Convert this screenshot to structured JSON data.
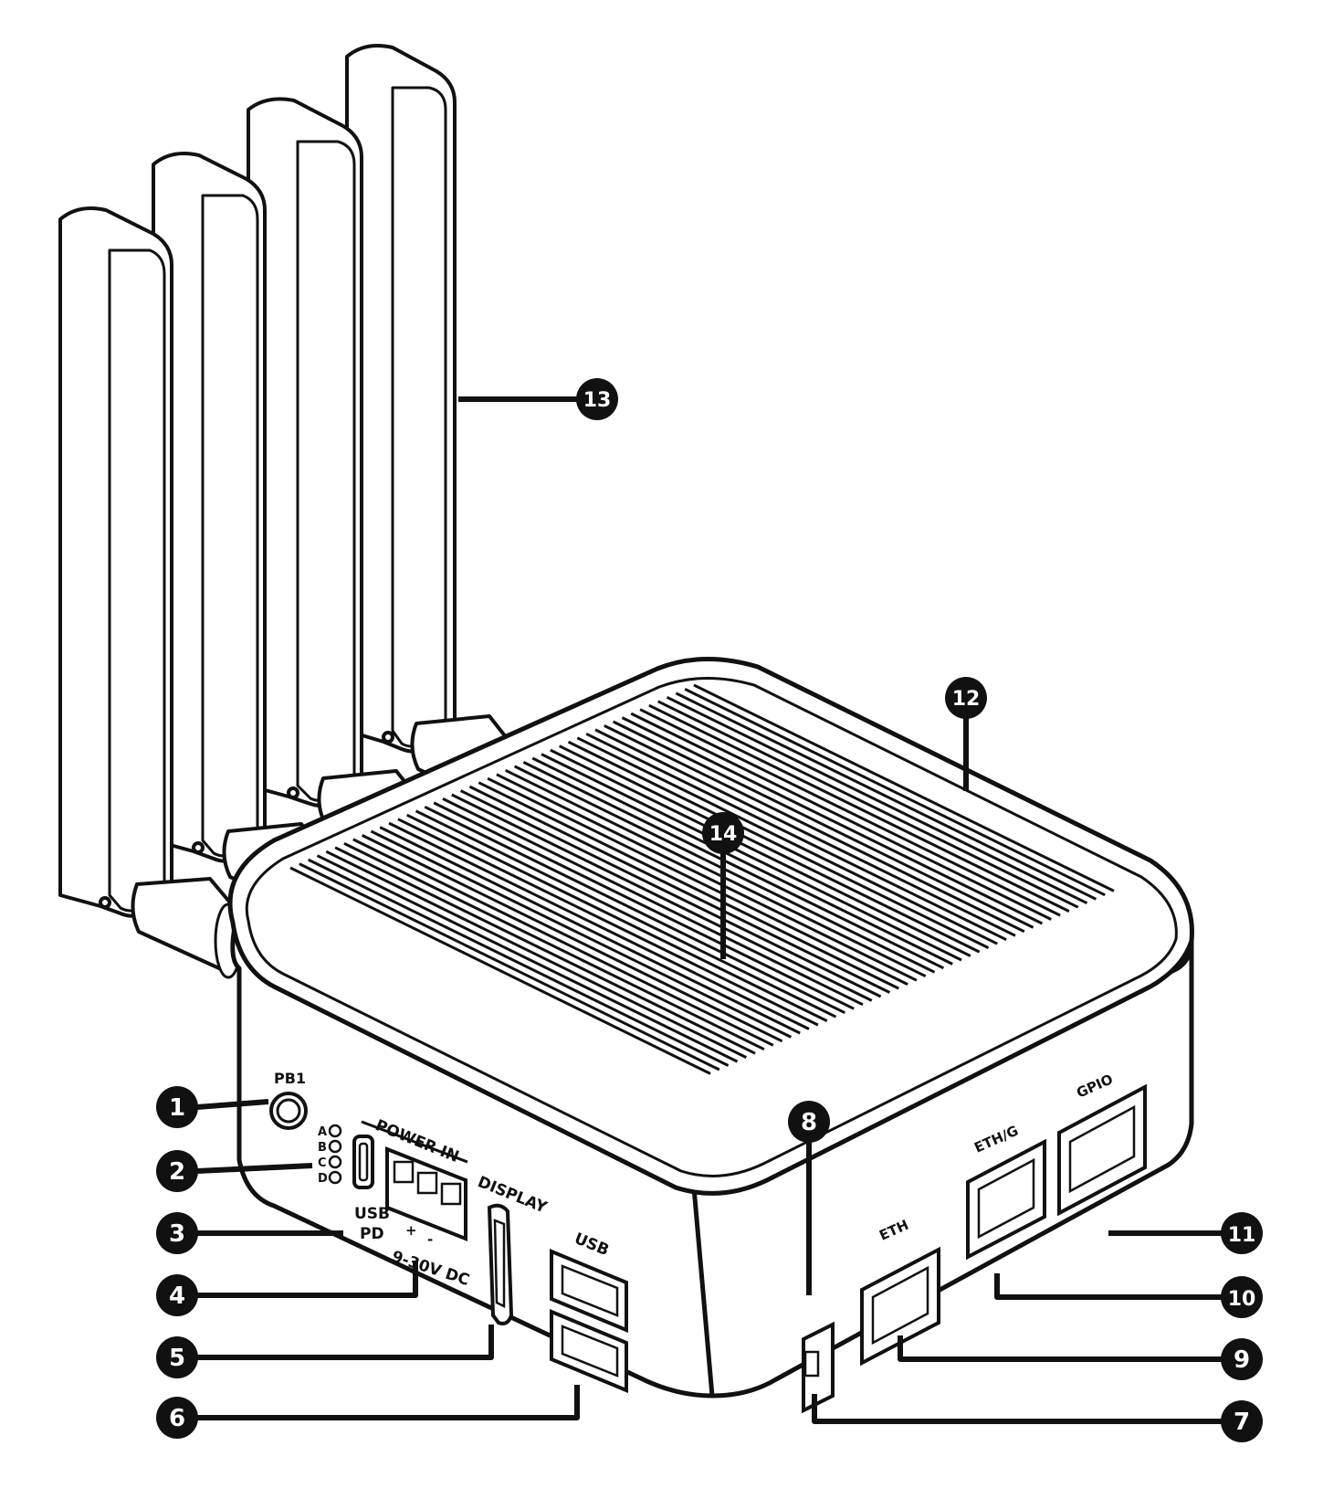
{
  "colors": {
    "ink": "#111111",
    "paper": "#ffffff",
    "callout_bg": "#111111",
    "callout_text": "#ffffff"
  },
  "device_labels": {
    "pb1": "PB1",
    "leds": [
      "A",
      "B",
      "C",
      "D"
    ],
    "usb_pd_1": "USB",
    "usb_pd_2": "PD",
    "power_in": "POWER IN",
    "plus": "+",
    "minus": "-",
    "voltage": "9-30V DC",
    "display": "DISPLAY",
    "usb": "USB",
    "eth": "ETH",
    "eth_g": "ETH/G",
    "gpio": "GPIO"
  },
  "callouts": [
    "1",
    "2",
    "3",
    "4",
    "5",
    "6",
    "7",
    "8",
    "9",
    "10",
    "11",
    "12",
    "13",
    "14"
  ]
}
